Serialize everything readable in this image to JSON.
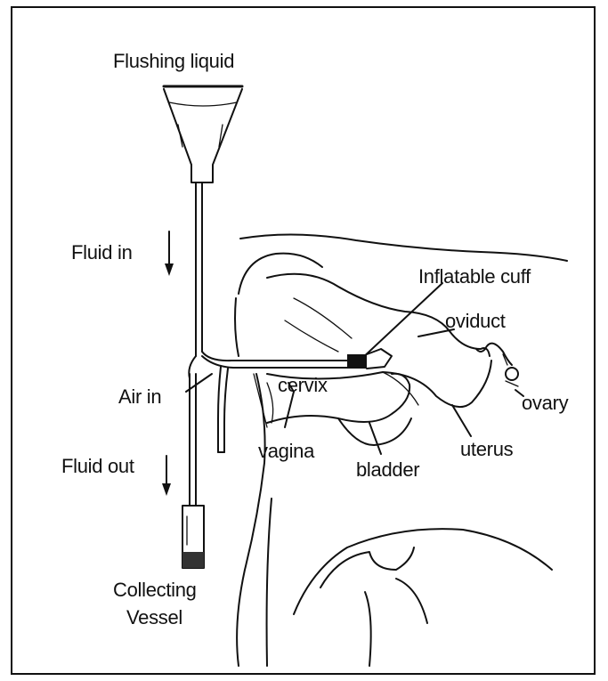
{
  "diagram": {
    "labels": {
      "flushing_liquid": "Flushing liquid",
      "fluid_in": "Fluid in",
      "air_in": "Air in",
      "fluid_out": "Fluid out",
      "collecting_vessel_line1": "Collecting",
      "collecting_vessel_line2": "Vessel",
      "inflatable_cuff": "Inflatable cuff",
      "oviduct": "oviduct",
      "ovary": "ovary",
      "cervix": "cervix",
      "vagina": "vagina",
      "bladder": "bladder",
      "uterus": "uterus"
    },
    "colors": {
      "ink": "#111111",
      "paper": "#ffffff"
    }
  }
}
